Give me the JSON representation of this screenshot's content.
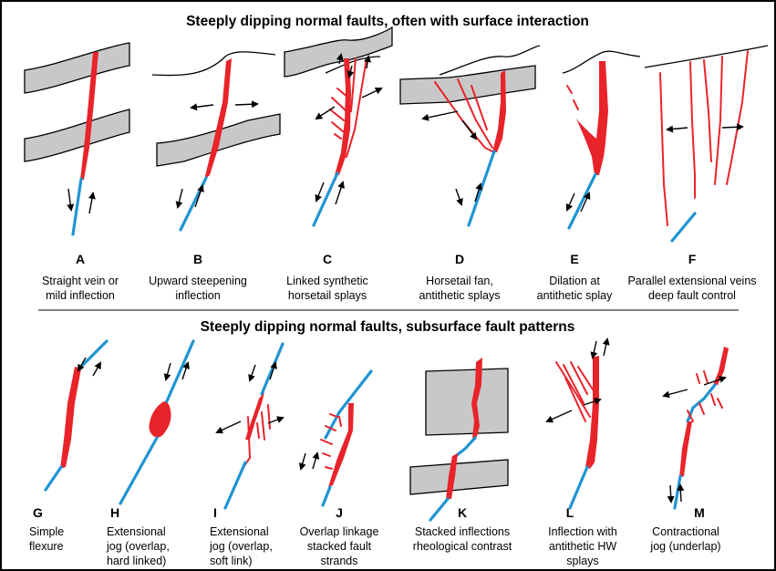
{
  "section_top": {
    "title": "Steeply dipping normal faults, often with surface interaction"
  },
  "section_bottom": {
    "title": "Steeply dipping normal faults, subsurface fault patterns"
  },
  "panels": [
    {
      "letter": "A",
      "caption": [
        "Straight vein or",
        "mild inflection"
      ]
    },
    {
      "letter": "B",
      "caption": [
        "Upward steepening",
        "inflection"
      ]
    },
    {
      "letter": "C",
      "caption": [
        "Linked synthetic",
        "horsetail splays"
      ]
    },
    {
      "letter": "D",
      "caption": [
        "Horsetail fan,",
        "antithetic splays"
      ]
    },
    {
      "letter": "E",
      "caption": [
        "Dilation at",
        "antithetic splay"
      ]
    },
    {
      "letter": "F",
      "caption": [
        "Parallel extensional veins",
        "deep fault control"
      ]
    },
    {
      "letter": "G",
      "caption": [
        "Simple",
        "flexure"
      ]
    },
    {
      "letter": "H",
      "caption": [
        "Extensional",
        "jog (overlap,",
        "hard linked)"
      ]
    },
    {
      "letter": "I",
      "caption": [
        "Extensional",
        "jog (overlap,",
        "soft link)"
      ]
    },
    {
      "letter": "J",
      "caption": [
        "Overlap linkage",
        "stacked fault",
        "strands"
      ]
    },
    {
      "letter": "K",
      "caption": [
        "Stacked inflections",
        "rheological contrast"
      ]
    },
    {
      "letter": "L",
      "caption": [
        "Inflection with",
        "antithetic HW",
        "splays"
      ]
    },
    {
      "letter": "M",
      "caption": [
        "Contractional",
        "jog (underlap)"
      ]
    }
  ],
  "colors": {
    "vein": "#e8232a",
    "fault": "#1f94d2",
    "layer": "#c8c8c8"
  }
}
